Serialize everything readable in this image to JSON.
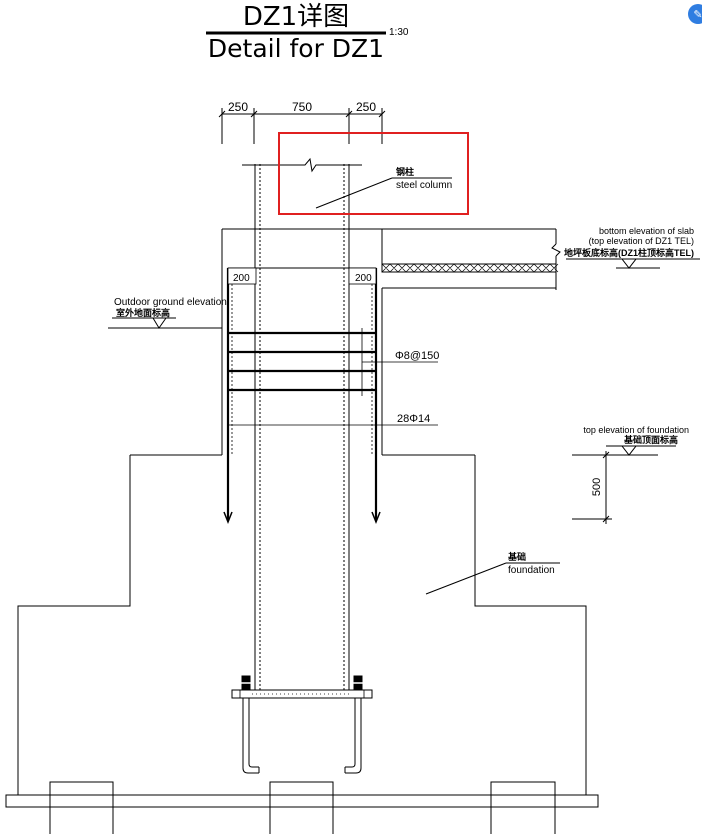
{
  "title": {
    "zh": "DZ1详图",
    "en": "Detail for DZ1",
    "scale": "1:30"
  },
  "dimensions": {
    "top": [
      "250",
      "750",
      "250"
    ],
    "pad_left": "200",
    "pad_right": "200",
    "foundation_height": "500"
  },
  "labels": {
    "steel_column_zh": "钢柱",
    "steel_column_en": "steel column",
    "slab_en_1": "bottom elevation of slab",
    "slab_en_2": "(top elevation of DZ1 TEL)",
    "slab_zh": "地坪板底标高(DZ1柱顶标高TEL)",
    "outdoor_en": "Outdoor ground elevation",
    "outdoor_zh": "室外地面标高",
    "stirrup": "Φ8@150",
    "main_bars": "28Φ14",
    "foundation_top_en": "top elevation of foundation",
    "foundation_top_zh": "基础顶面标高",
    "foundation_zh": "基础",
    "foundation_en": "foundation"
  },
  "app": {
    "badge_icon": "translate-icon"
  },
  "highlight_color": "#e02020"
}
